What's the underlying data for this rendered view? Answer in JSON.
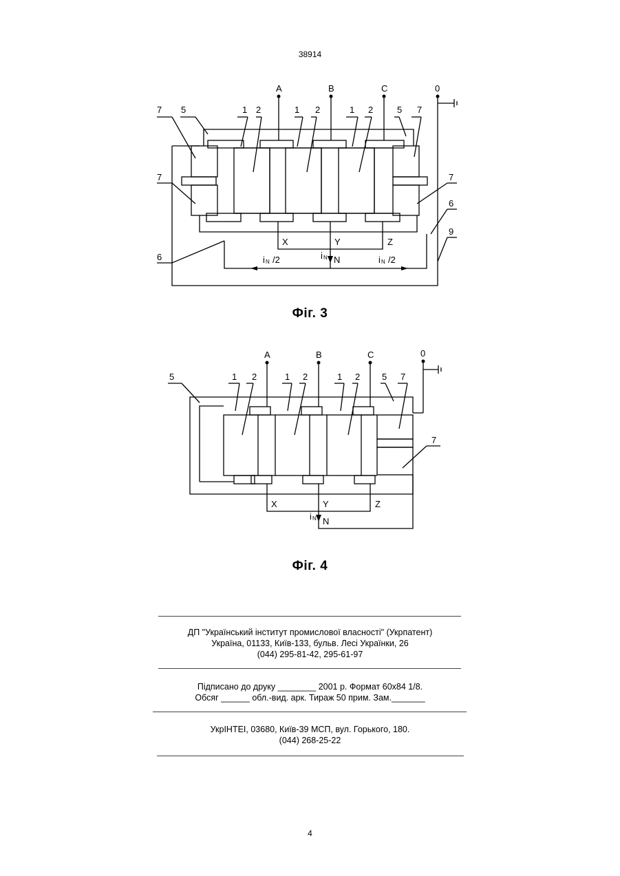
{
  "header": {
    "patent_number": "38914"
  },
  "figure3": {
    "caption": "Фіг. 3",
    "terminals": [
      "A",
      "B",
      "C",
      "0"
    ],
    "ends": [
      "X",
      "Y",
      "Z"
    ],
    "neutral": "N",
    "current_in": "i",
    "current_sub": "N",
    "half_current": "/2",
    "labels": {
      "n1": "1",
      "n2": "2",
      "n5": "5",
      "n6": "6",
      "n7": "7",
      "n9": "9"
    }
  },
  "figure4": {
    "caption": "Фіг. 4",
    "terminals": [
      "A",
      "B",
      "C",
      "0"
    ],
    "ends": [
      "X",
      "Y",
      "Z"
    ],
    "neutral": "N",
    "current_in": "i",
    "current_sub": "N",
    "labels": {
      "n1": "1",
      "n2": "2",
      "n5": "5",
      "n7": "7"
    }
  },
  "imprint": {
    "publisher_line1": "ДП \"Український інститут промислової власності\" (Укрпатент)",
    "publisher_line2": "Україна, 01133, Київ-133, бульв. Лесі Українки, 26",
    "publisher_line3": "(044) 295-81-42, 295-61-97",
    "signed_line": "Підписано до друку ________ 2001 р.    Формат 60х84 1/8.",
    "volume_line": "Обсяг ______ обл.-вид. арк.   Тираж 50 прим.    Зам._______",
    "printer_line1": "УкрІНТЕІ, 03680, Київ-39 МСП, вул. Горького, 180.",
    "printer_line2": "(044) 268-25-22"
  },
  "footer": {
    "page_number": "4"
  }
}
